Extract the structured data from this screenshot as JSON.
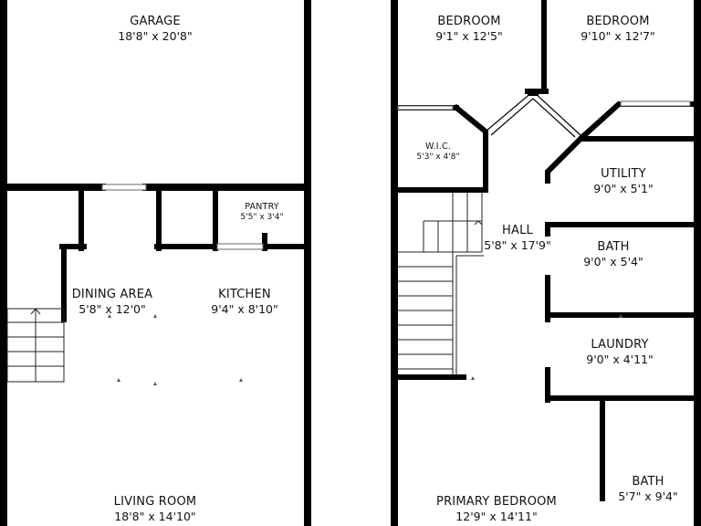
{
  "plan": {
    "wall_color": "#000000",
    "floor_color": "#ffffff",
    "stair_color": "#222222",
    "rooms": {
      "garage": {
        "name": "GARAGE",
        "dims": "18'8\" x 20'8\""
      },
      "pantry": {
        "name": "PANTRY",
        "dims": "5'5\" x 3'4\""
      },
      "dining": {
        "name": "DINING AREA",
        "dims": "5'8\" x 12'0\""
      },
      "kitchen": {
        "name": "KITCHEN",
        "dims": "9'4\" x 8'10\""
      },
      "living": {
        "name": "LIVING ROOM",
        "dims": "18'8\" x 14'10\""
      },
      "bedroom1": {
        "name": "BEDROOM",
        "dims": "9'1\" x 12'5\""
      },
      "bedroom2": {
        "name": "BEDROOM",
        "dims": "9'10\" x 12'7\""
      },
      "wic": {
        "name": "W.I.C.",
        "dims": "5'3\" x 4'8\""
      },
      "utility": {
        "name": "UTILITY",
        "dims": "9'0\" x 5'1\""
      },
      "hall": {
        "name": "HALL",
        "dims": "5'8\" x 17'9\""
      },
      "bath1": {
        "name": "BATH",
        "dims": "9'0\" x 5'4\""
      },
      "laundry": {
        "name": "LAUNDRY",
        "dims": "9'0\" x 4'11\""
      },
      "primary": {
        "name": "PRIMARY BEDROOM",
        "dims": "12'9\" x 14'11\""
      },
      "bath2": {
        "name": "BATH",
        "dims": "5'7\" x 9'4\""
      }
    }
  }
}
